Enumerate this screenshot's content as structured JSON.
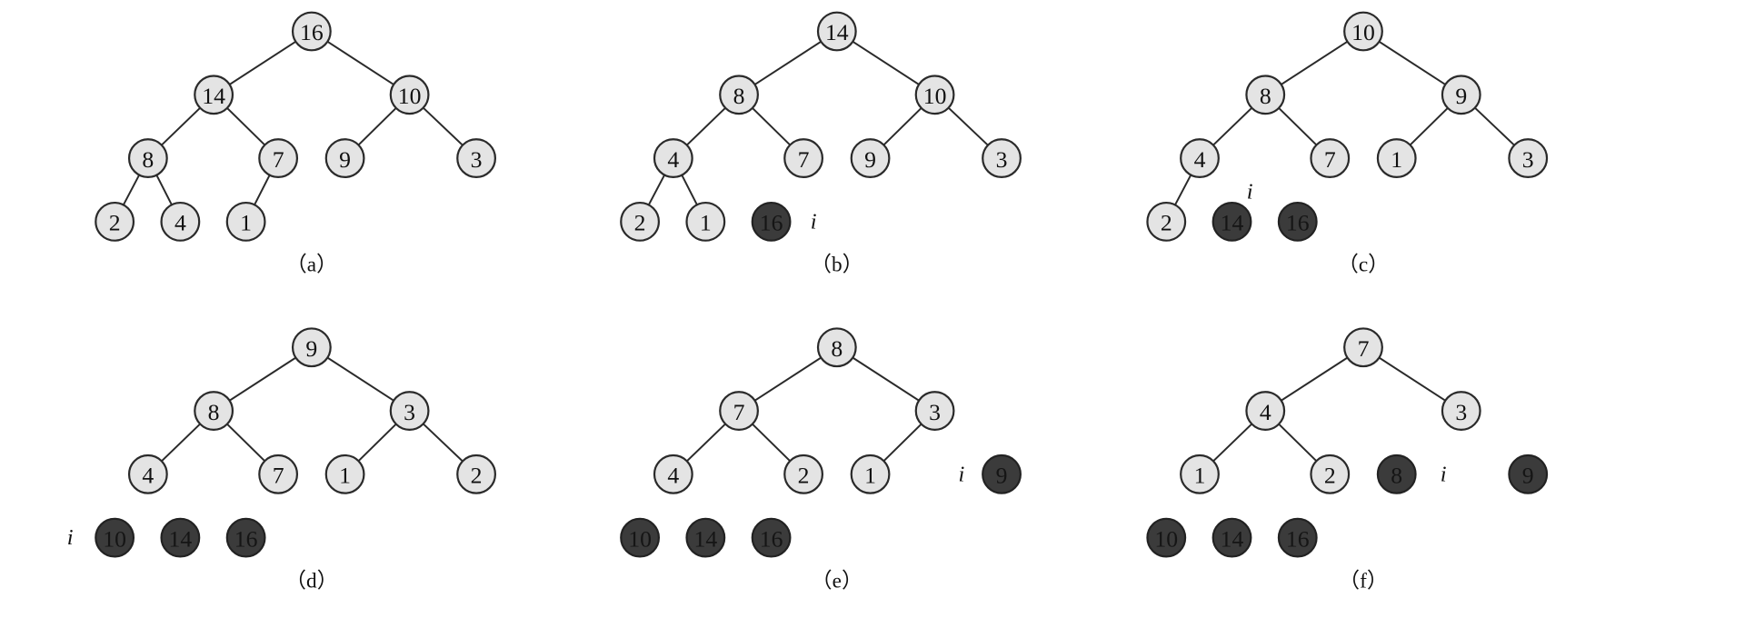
{
  "title": "Heapsort steps on a max-heap",
  "colors": {
    "in_heap": "#e4e4e4",
    "sorted": "#3b3b3b"
  },
  "index_marker": "i",
  "panels": [
    {
      "label": "（a）",
      "heap_size": 10,
      "values": [
        16,
        14,
        10,
        8,
        7,
        9,
        3,
        2,
        4,
        1
      ],
      "marker": false
    },
    {
      "label": "（b）",
      "heap_size": 9,
      "values": [
        14,
        8,
        10,
        4,
        7,
        9,
        3,
        2,
        1,
        16
      ],
      "marker": true
    },
    {
      "label": "（c）",
      "heap_size": 8,
      "values": [
        10,
        8,
        9,
        4,
        7,
        1,
        3,
        2,
        14,
        16
      ],
      "marker": true
    },
    {
      "label": "（d）",
      "heap_size": 7,
      "values": [
        9,
        8,
        3,
        4,
        7,
        1,
        2,
        10,
        14,
        16
      ],
      "marker": true
    },
    {
      "label": "（e）",
      "heap_size": 6,
      "values": [
        8,
        7,
        3,
        4,
        2,
        1,
        9,
        10,
        14,
        16
      ],
      "marker": true
    },
    {
      "label": "（f）",
      "heap_size": 5,
      "values": [
        7,
        4,
        3,
        1,
        2,
        8,
        9,
        10,
        14,
        16
      ],
      "marker": true
    }
  ]
}
